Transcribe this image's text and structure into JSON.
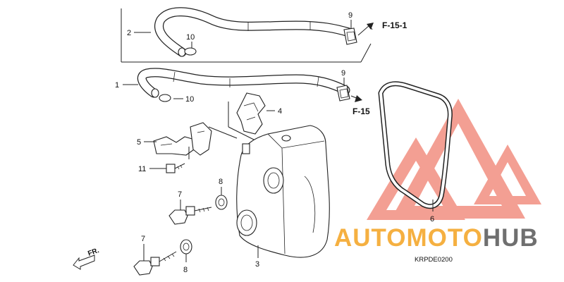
{
  "diagram": {
    "callouts": {
      "c1": "1",
      "c2": "2",
      "c3": "3",
      "c4": "4",
      "c5": "5",
      "c6": "6",
      "c7a": "7",
      "c7b": "7",
      "c8a": "8",
      "c8b": "8",
      "c9a": "9",
      "c9b": "9",
      "c10a": "10",
      "c10b": "10",
      "c11": "11"
    },
    "references": {
      "ref1": "F-15-1",
      "ref2": "F-15"
    },
    "direction_label": "FR.",
    "drawing_code": "KRPDE0200"
  },
  "watermark": {
    "brand_part1": "AUTOMOTO",
    "brand_part2": "HUB",
    "colors": {
      "triangle": "#f08070",
      "part1": "#f5b041",
      "part2": "#6f6f6f"
    }
  }
}
